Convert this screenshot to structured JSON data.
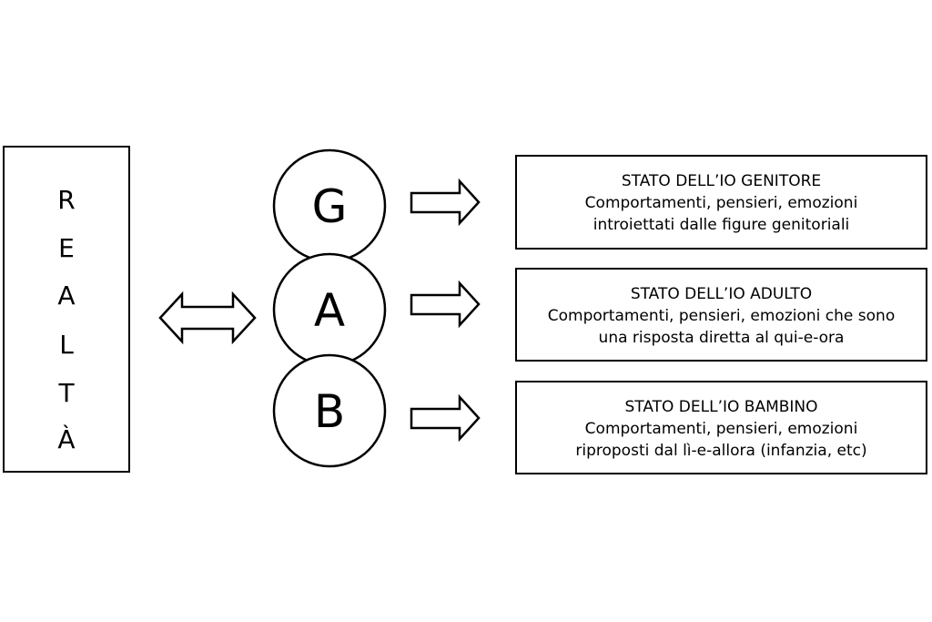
{
  "reality": {
    "letters": [
      "R",
      "E",
      "A",
      "L",
      "T",
      "À"
    ]
  },
  "ego_states": [
    {
      "letter": "G",
      "title": "STATO DELL’IO GENITORE",
      "line1": "Comportamenti, pensieri, emozioni",
      "line2": "introiettati dalle figure genitoriali"
    },
    {
      "letter": "A",
      "title": "STATO DELL’IO ADULTO",
      "line1": "Comportamenti, pensieri, emozioni che sono",
      "line2": "una risposta diretta al qui-e-ora"
    },
    {
      "letter": "B",
      "title": "STATO DELL’IO BAMBINO",
      "line1": "Comportamenti, pensieri, emozioni",
      "line2": "riproposti dal lì-e-allora (infanzia, etc)"
    }
  ]
}
